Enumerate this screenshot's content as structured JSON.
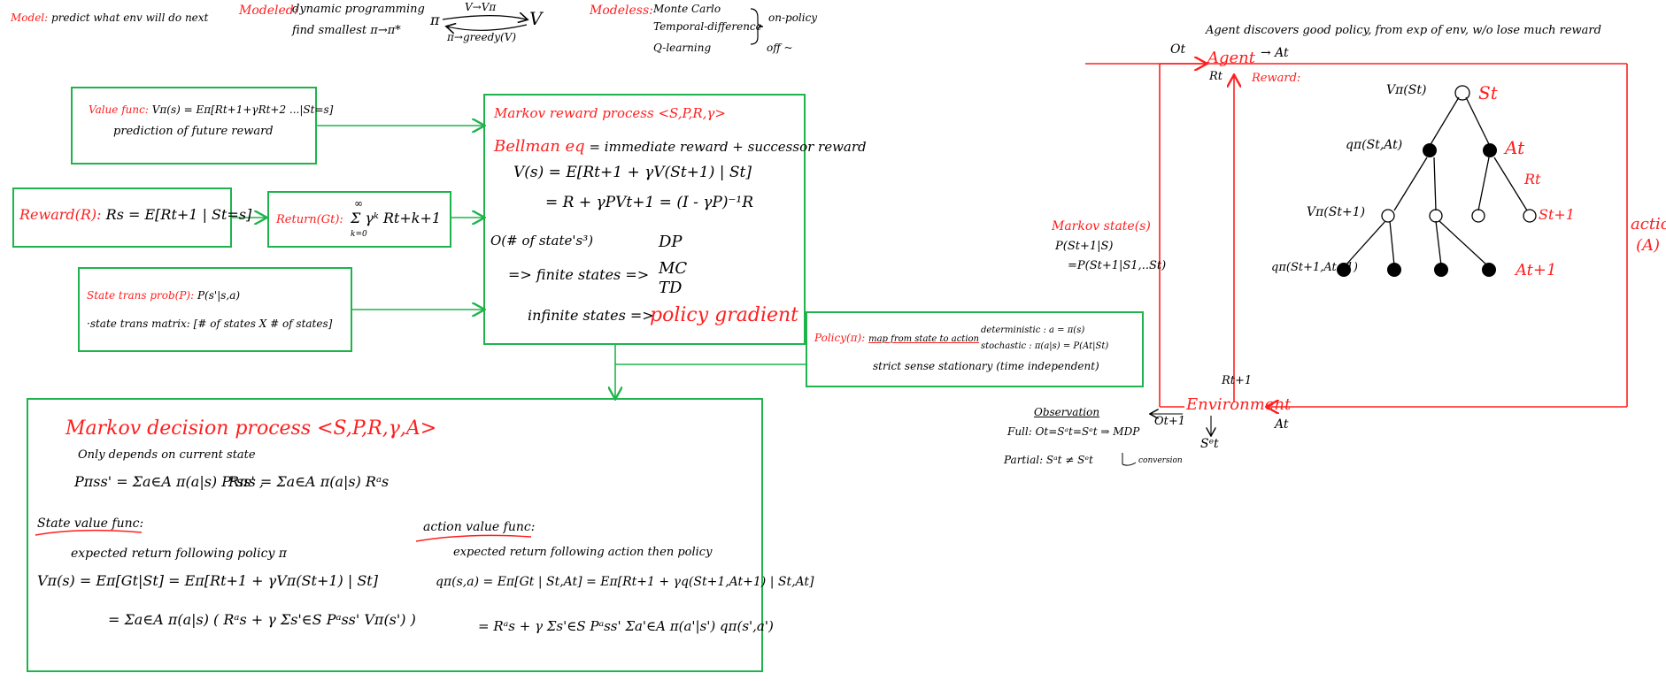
{
  "colors": {
    "ink": "#000000",
    "red": "#ff1e1e",
    "green": "#1fb44b",
    "paper": "#ffffff"
  },
  "top": {
    "model_label": "Model:",
    "model_text": "predict what env will do next",
    "modeled_label": "Modeled:",
    "modeled_line1": "dynamic programming",
    "modeled_line2": "find smallest π→π*",
    "cycle_top": "V→Vπ",
    "cycle_pi": "π",
    "cycle_v": "V",
    "cycle_bottom": "π→greedy(V)",
    "modeless_label": "Modeless:",
    "modeless_mc": "Monte Carlo",
    "modeless_td": "Temporal-difference",
    "modeless_q": "Q-learning",
    "on_policy": "on-policy",
    "off_policy": "off ~"
  },
  "value_box": {
    "line1_label": "Value func:",
    "line1_eq": "Vπ(s) = Eπ[Rt+1+γRt+2 ...|St=s]",
    "line2": "prediction of future reward"
  },
  "reward_box": {
    "label": "Reward(R):",
    "eq": "Rs = E[Rt+1 | St=s]"
  },
  "return_box": {
    "label": "Return(Gt):",
    "eq": "Σ γᵏ Rt+k+1",
    "sum_top": "∞",
    "sum_bottom": "k=0"
  },
  "state_box": {
    "line1_label": "State trans prob(P):",
    "line1_eq": "P(s'|s,a)",
    "line2": "·state trans matrix: [# of states X # of states]"
  },
  "mrp_box": {
    "title": "Markov reward process <S,P,R,γ>",
    "bellman_label": "Bellman eq",
    "bellman_text": "= immediate reward + successor reward",
    "eq1": "V(s) = E[Rt+1 + γV(St+1) | St]",
    "eq2": "= R + γPVt+1 = (I - γP)⁻¹R",
    "complexity": "O(# of state's³)",
    "finite": "=> finite states =>",
    "dp": "DP",
    "mc": "MC",
    "td": "TD",
    "infinite": "infinite states =>",
    "policy_gradient": "policy gradient"
  },
  "policy_box": {
    "label": "Policy(π):",
    "map": "map from state to action",
    "deterministic": "deterministic : a = π(s)",
    "stochastic": "stochastic : π(a|s) = P(At|St)",
    "line2": "strict sense stationary (time independent)"
  },
  "mdp_box": {
    "title": "Markov decision process <S,P,R,γ,A>",
    "only": "Only depends on current state",
    "p_eq": "Pπss' = Σa∈A π(a|s) Pᵃss' ,",
    "r_eq": "Rπs = Σa∈A π(a|s) Rᵃs",
    "svf_label": "State value func:",
    "svf_desc": "expected return following policy π",
    "svf_eq1": "Vπ(s) = Eπ[Gt|St] = Eπ[Rt+1 + γVπ(St+1) | St]",
    "svf_eq2": "= Σa∈A π(a|s) ( Rᵃs + γ Σs'∈S Pᵃss' Vπ(s') )",
    "avf_label": "action value func:",
    "avf_desc": "expected return following action then policy",
    "avf_eq1": "qπ(s,a) = Eπ[Gt | St,At] = Eπ[Rt+1 + γq(St+1,At+1) | St,At]",
    "avf_eq2": "= Rᵃs + γ Σs'∈S Pᵃss' Σa'∈A π(a'|s') qπ(s',a')"
  },
  "agent_env": {
    "note": "Agent discovers good policy, from exp of env, w/o lose much reward",
    "agent": "Agent",
    "at_out": "→ At",
    "ot": "Ot",
    "rt": "Rt",
    "reward": "Reward:",
    "vpi_st": "Vπ(St)",
    "st": "St",
    "q_st_at": "qπ(St,At)",
    "at": "At",
    "rt_tree": "Rt",
    "vpi_st1": "Vπ(St+1)",
    "st1": "St+1",
    "q_st1_at1": "qπ(St+1,At+1)",
    "at1": "At+1",
    "mstate_label": "Markov state(s)",
    "mstate_eq1": "P(St+1|S)",
    "mstate_eq2": "=P(St+1|S1,..St)",
    "action": "actio",
    "action_a": "(A)",
    "rt1": "Rt+1",
    "environment": "Environment",
    "ot1": "Ot+1",
    "at_env": "At",
    "ste": "Sᵉt",
    "obs_title": "Observation",
    "full": "Full: Ot=Sᵃt=Sᵉt ⇒ MDP",
    "partial": "Partial: Sᵃt ≠ Sᵉt",
    "conversion": "conversion"
  }
}
